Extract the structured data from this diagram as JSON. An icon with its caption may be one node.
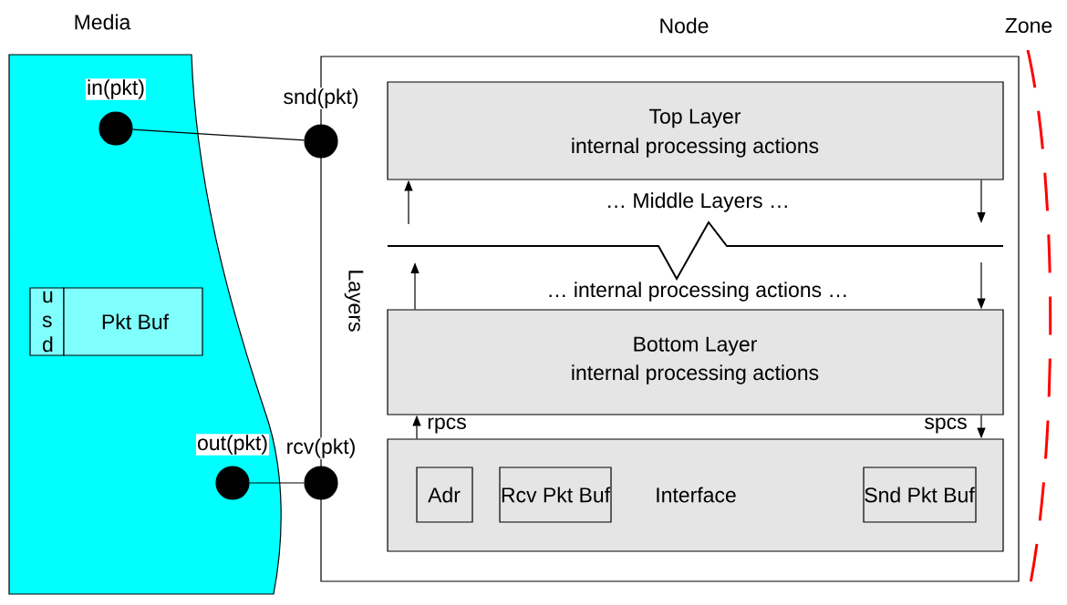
{
  "diagram": {
    "nodes": [
      {
        "text": [
          "Media"
        ]
      },
      {
        "text": [
          "u s d"
        ],
        "in": 0
      },
      {
        "text": [
          "Pkt Buf"
        ],
        "in": 0
      },
      {
        "text": [
          "in(pkt)"
        ],
        "in": 0
      },
      {
        "text": [
          "out(pkt)"
        ],
        "in": 0
      },
      {
        "text": [
          "Node"
        ]
      },
      {
        "text": [
          "snd(pkt)"
        ]
      },
      {
        "text": [
          "rcv(pkt)"
        ]
      },
      {
        "text": [
          "Top Layer",
          "internal processing actions"
        ],
        "in": 5
      },
      {
        "text": [
          "Bottom Layer",
          "internal processing actions"
        ],
        "in": 5
      },
      {
        "text": [
          "Interface"
        ],
        "in": 5
      },
      {
        "text": [
          "Adr"
        ],
        "in": 10
      },
      {
        "text": [
          "Rcv Pkt Buf"
        ],
        "in": 10
      },
      {
        "text": [
          "Snd Pkt Buf"
        ],
        "in": 10
      }
    ],
    "edges": [
      {
        "from": 3,
        "to": 6,
        "arrow": "none"
      },
      {
        "from": 4,
        "to": 7,
        "arrow": "none"
      },
      {
        "from": 10,
        "to": 9,
        "arrow": "to",
        "label": "rpcs"
      },
      {
        "from": 9,
        "to": 10,
        "arrow": "to",
        "label": "spcs"
      },
      {
        "from": 9,
        "to": null,
        "arrow": "to"
      },
      {
        "from": null,
        "to": 8,
        "arrow": "to"
      },
      {
        "from": 8,
        "to": null,
        "arrow": "to"
      },
      {
        "from": null,
        "to": 9,
        "arrow": "to"
      }
    ],
    "labels": [
      "Zone",
      "Layers",
      "… Middle Layers …",
      "… internal processing actions …"
    ]
  }
}
